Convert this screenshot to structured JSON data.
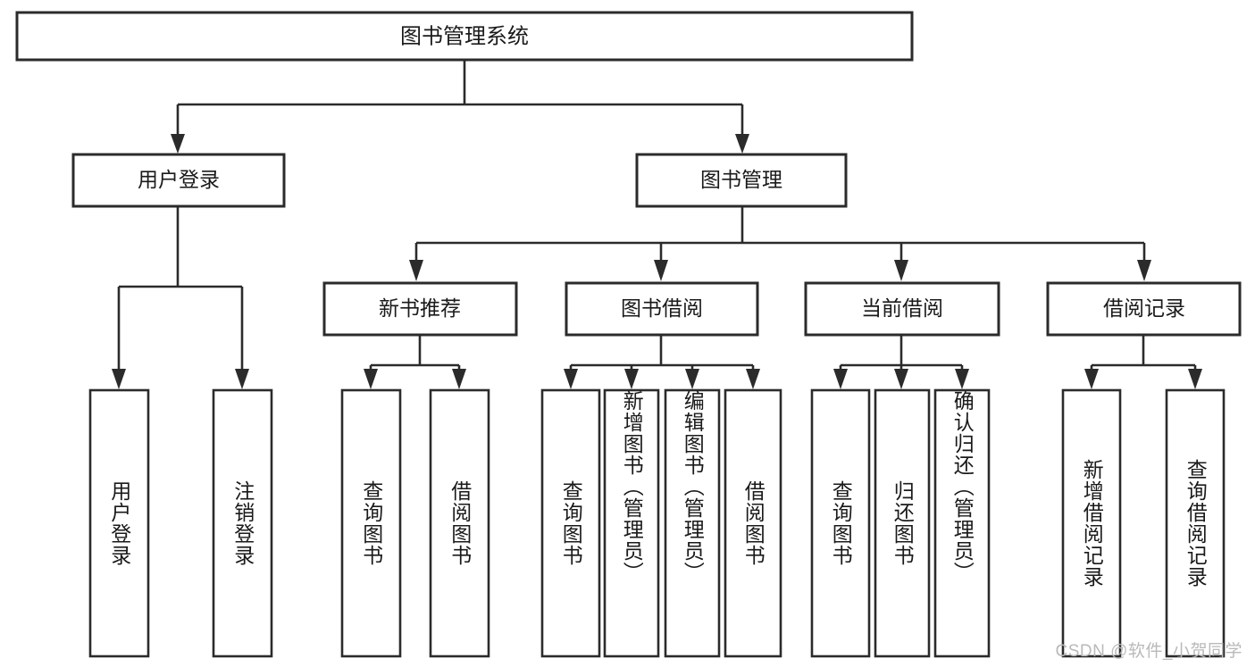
{
  "diagram": {
    "type": "tree-hierarchy",
    "title": "图书管理系统",
    "watermark": "CSDN @软件_小贺同学",
    "colors": {
      "stroke": "#2b2b2b",
      "fill": "#ffffff",
      "text": "#1a1a1a",
      "watermark": "#b9b9b9",
      "background": "#ffffff"
    },
    "levels": {
      "root": {
        "label": "图书管理系统"
      },
      "level2": [
        {
          "id": "user-login",
          "label": "用户登录"
        },
        {
          "id": "book-management",
          "label": "图书管理"
        }
      ],
      "level3": [
        {
          "id": "new-book-recommend",
          "label": "新书推荐",
          "parent": "book-management"
        },
        {
          "id": "book-borrow",
          "label": "图书借阅",
          "parent": "book-management"
        },
        {
          "id": "current-borrow",
          "label": "当前借阅",
          "parent": "book-management"
        },
        {
          "id": "borrow-record",
          "label": "借阅记录",
          "parent": "book-management"
        }
      ],
      "leaves": [
        {
          "id": "leaf-user-login",
          "label": "用户登录",
          "parent": "user-login"
        },
        {
          "id": "leaf-logout",
          "label": "注销登录",
          "parent": "user-login"
        },
        {
          "id": "leaf-query-book-1",
          "label": "查询图书",
          "parent": "new-book-recommend"
        },
        {
          "id": "leaf-borrow-book-1",
          "label": "借阅图书",
          "parent": "new-book-recommend"
        },
        {
          "id": "leaf-query-book-2",
          "label": "查询图书",
          "parent": "book-borrow"
        },
        {
          "id": "leaf-add-book",
          "label": "新增图书（管理员）",
          "parent": "book-borrow"
        },
        {
          "id": "leaf-edit-book",
          "label": "编辑图书（管理员）",
          "parent": "book-borrow"
        },
        {
          "id": "leaf-borrow-book-2",
          "label": "借阅图书",
          "parent": "book-borrow"
        },
        {
          "id": "leaf-query-book-3",
          "label": "查询图书",
          "parent": "current-borrow"
        },
        {
          "id": "leaf-return-book",
          "label": "归还图书",
          "parent": "current-borrow"
        },
        {
          "id": "leaf-confirm-return",
          "label": "确认归还（管理员）",
          "parent": "current-borrow"
        },
        {
          "id": "leaf-add-record",
          "label": "新增借阅记录",
          "parent": "borrow-record"
        },
        {
          "id": "leaf-query-record",
          "label": "查询借阅记录",
          "parent": "borrow-record"
        }
      ]
    }
  }
}
